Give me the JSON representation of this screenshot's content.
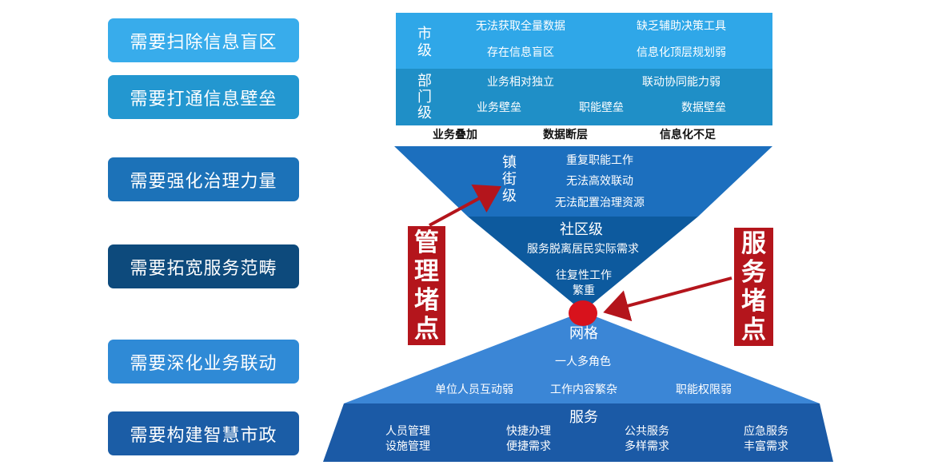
{
  "left_buttons": [
    {
      "label": "需要扫除信息盲区",
      "color": "#38aceb"
    },
    {
      "label": "需要打通信息壁垒",
      "color": "#2397d0"
    },
    {
      "label": "需要强化治理力量",
      "color": "#1c72b8"
    },
    {
      "label": "需要拓宽服务范畴",
      "color": "#0d4a7c"
    },
    {
      "label": "需要深化业务联动",
      "color": "#2f8ad6"
    },
    {
      "label": "需要构建智慧市政",
      "color": "#1b5da6"
    }
  ],
  "city": {
    "level": [
      "市",
      "级"
    ],
    "items": [
      "无法获取全量数据",
      "缺乏辅助决策工具",
      "存在信息盲区",
      "信息化顶层规划弱"
    ]
  },
  "department": {
    "level": [
      "部",
      "门",
      "级"
    ],
    "items": [
      "业务相对独立",
      "联动协同能力弱",
      "业务壁垒",
      "职能壁垒",
      "数据壁垒"
    ]
  },
  "summary_row": [
    "业务叠加",
    "数据断层",
    "信息化不足"
  ],
  "town": {
    "level": [
      "镇",
      "街",
      "级"
    ],
    "items": [
      "重复职能工作",
      "无法高效联动",
      "无法配置治理资源"
    ]
  },
  "community": {
    "title": "社区级",
    "items": [
      "服务脱离居民实际需求",
      "往复性工作",
      "繁重"
    ]
  },
  "grid": {
    "title": "网格",
    "items": [
      "一人多角色",
      "单位人员互动弱",
      "工作内容繁杂",
      "职能权限弱"
    ]
  },
  "service": {
    "title": "服务",
    "items": [
      "人员管理",
      "设施管理",
      "快捷办理",
      "便捷需求",
      "公共服务",
      "多样需求",
      "应急服务",
      "丰富需求"
    ]
  },
  "labels": {
    "management_bottleneck": [
      "管",
      "理",
      "堵",
      "点"
    ],
    "service_bottleneck": [
      "服",
      "务",
      "堵",
      "点"
    ]
  },
  "colors": {
    "city": "#2fa7e8",
    "department": "#1f8fc7",
    "town": "#1c6fbe",
    "community": "#0d5a9e",
    "grid": "#3b86d6",
    "service": "#1b5aa6",
    "bottleneck": "#b4151c",
    "node": "#d8121c"
  }
}
